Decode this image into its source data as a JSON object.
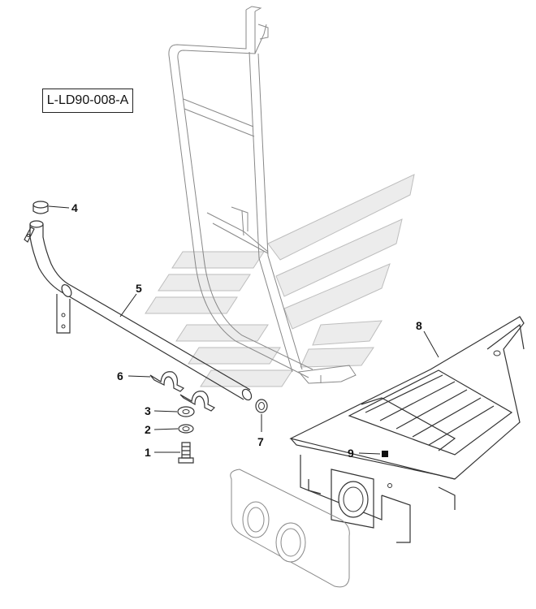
{
  "diagram": {
    "reference_code": "L-LD90-008-A",
    "callouts": {
      "c1": "1",
      "c2": "2",
      "c3": "3",
      "c4": "4",
      "c5": "5",
      "c6": "6",
      "c7": "7",
      "c8": "8",
      "c9": "9"
    }
  }
}
